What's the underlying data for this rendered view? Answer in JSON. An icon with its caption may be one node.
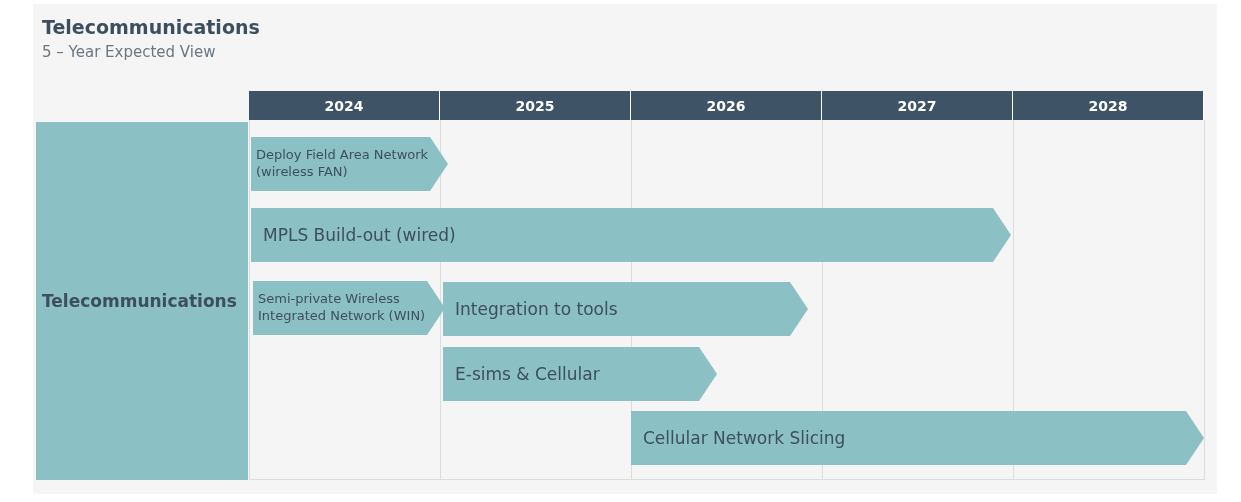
{
  "diagram": {
    "title": "Telecommunications",
    "nodes": [
      {
        "text": [
          "Telecommunications"
        ]
      },
      {
        "text": [
          "Deploy Field Area Network (wireless FAN)"
        ]
      },
      {
        "text": [
          "MPLS Build-out (wired)"
        ]
      },
      {
        "text": [
          "Semi-private Wireless Integrated Network (WIN)"
        ]
      },
      {
        "text": [
          "Integration to tools"
        ]
      },
      {
        "text": [
          "E-sims & Cellular"
        ]
      },
      {
        "text": [
          "Cellular Network Slicing"
        ]
      }
    ],
    "labels": [
      "5 – Year Expected View",
      "2024",
      "2025",
      "2026",
      "2027",
      "2028"
    ]
  }
}
